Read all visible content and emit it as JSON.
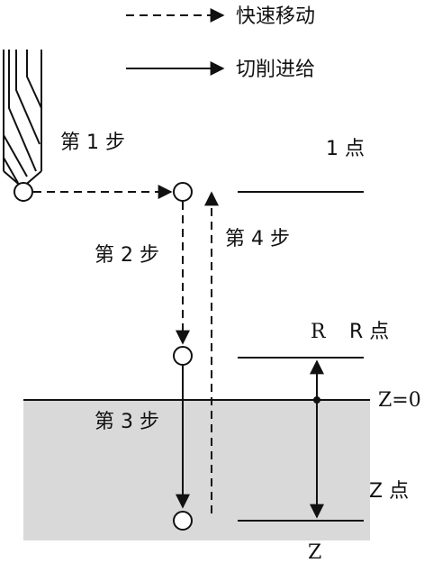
{
  "legend": {
    "rapid": "快速移动",
    "feed": "切削进给"
  },
  "steps": {
    "step1": "第 1 步",
    "step2": "第 2 步",
    "step3": "第 3 步",
    "step4": "第 4 步"
  },
  "points": {
    "point1": "1 点",
    "r_level": "R",
    "r_point": "R 点",
    "z_zero": "Z=0",
    "z_point": "Z 点",
    "z_depth": "Z"
  },
  "colors": {
    "line": "#111111",
    "workpiece": "#d9d9d9"
  }
}
